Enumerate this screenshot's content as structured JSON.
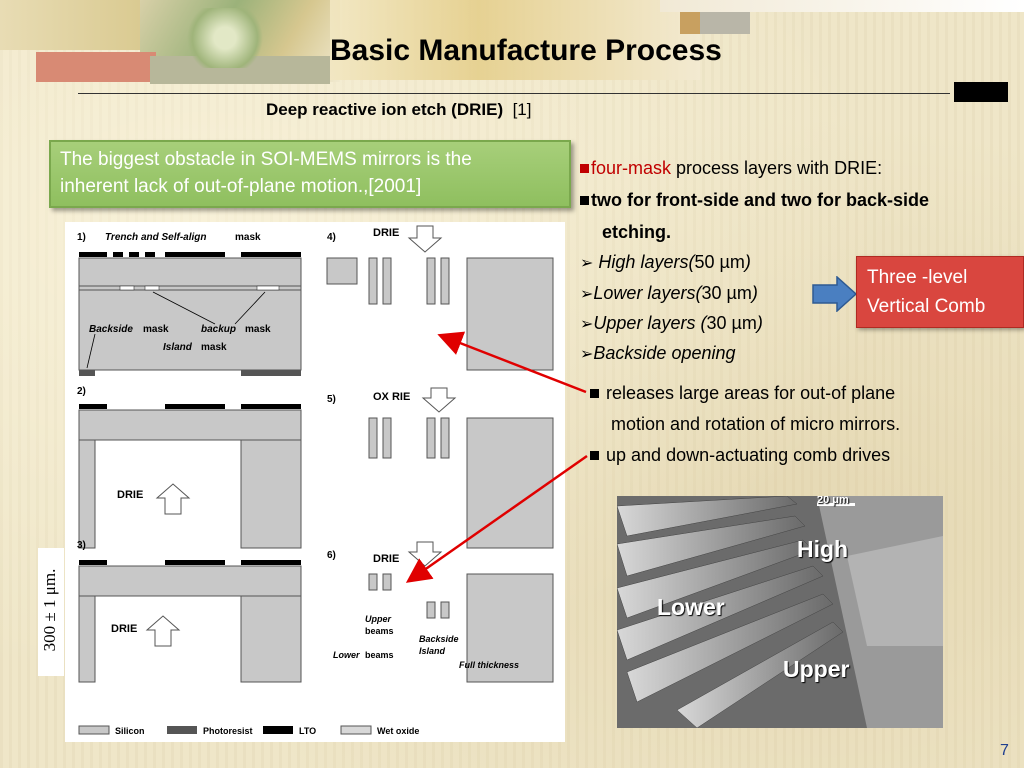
{
  "title": "Basic Manufacture Process",
  "subtitle": {
    "bold": "Deep reactive ion etch (DRIE)",
    "ref": "[1]"
  },
  "green_box": {
    "line1": "The biggest  obstacle in SOI-MEMS mirrors is the",
    "line2": "inherent lack of out-of-plane motion.,[2001]"
  },
  "bullets": {
    "b1_highlight": "four-mask",
    "b1_rest": " process layers with DRIE:",
    "b2_line1": "two for front-side and two for back-side",
    "b2_line2": "etching.",
    "sub1_italic": "High layers(",
    "sub1_num": "50 µm",
    "sub1_close": ")",
    "sub2_italic": "Lower layers(",
    "sub2_num": "30 µm",
    "sub2_close": ")",
    "sub3_italic": "Upper layers (",
    "sub3_num": "30 µm",
    "sub3_close": ")",
    "sub4_italic": "Backside opening",
    "b3_line1": "releases large areas for out-of plane",
    "b3_line2": "motion  and rotation of micro mirrors.",
    "b4": "up and down-actuating comb drives"
  },
  "red_box": {
    "line1": "Three -level",
    "line2": "Vertical Comb"
  },
  "figure": {
    "step1": "1)",
    "step1_label": "Trench and Self-align",
    "step1_label2": "mask",
    "backside_mask": "Backside",
    "backside_mask2": "mask",
    "backup_mask": "backup",
    "backup_mask2": "mask",
    "island_mask": "Island",
    "island_mask2": "mask",
    "step2": "2)",
    "step3": "3)",
    "step4": "4)",
    "step5": "5)",
    "step6": "6)",
    "drie": "DRIE",
    "ox_rie": "OX RIE",
    "upper_beams": "Upper",
    "upper_beams2": "beams",
    "lower_beams": "Lower",
    "lower_beams2": "beams",
    "backside_island": "Backside",
    "backside_island2": "Island",
    "full_thickness": "Full thickness",
    "thickness": "300 ± 1 μm.",
    "legend": [
      "Silicon",
      "Photoresist",
      "LTO",
      "Wet oxide"
    ]
  },
  "sem": {
    "scale": "20 μm",
    "high": "High",
    "lower": "Lower",
    "upper": "Upper"
  },
  "page_number": "7",
  "colors": {
    "accent_red": "#c00000",
    "green_box": "#9bc76b",
    "red_box": "#d9463f",
    "page_number": "#1f3f8f"
  }
}
